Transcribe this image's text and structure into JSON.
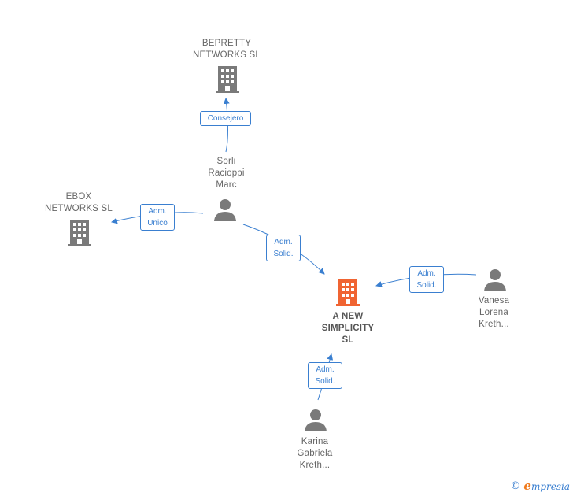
{
  "colors": {
    "edge": "#3a7fd0",
    "company": "#7a7a7a",
    "company_main": "#f06432",
    "person": "#7a7a7a"
  },
  "companies": {
    "bepretty": {
      "lines": [
        "BEPRETTY",
        "NETWORKS  SL"
      ],
      "icon": "building-icon"
    },
    "ebox": {
      "lines": [
        "EBOX",
        "NETWORKS SL"
      ],
      "icon": "building-icon"
    },
    "main": {
      "lines": [
        "A NEW",
        "SIMPLICITY",
        "SL"
      ],
      "icon": "building-icon"
    }
  },
  "persons": {
    "sorli": {
      "lines": [
        "Sorli",
        "Racioppi",
        "Marc"
      ],
      "icon": "person-icon"
    },
    "vanesa": {
      "lines": [
        "Vanesa",
        "Lorena",
        "Kreth..."
      ],
      "icon": "person-icon"
    },
    "karina": {
      "lines": [
        "Karina",
        "Gabriela",
        "Kreth..."
      ],
      "icon": "person-icon"
    }
  },
  "edges": {
    "consejero": {
      "lines": [
        "Consejero"
      ]
    },
    "adm_unico": {
      "lines": [
        "Adm.",
        "Unico"
      ]
    },
    "adm_solid_sorli": {
      "lines": [
        "Adm.",
        "Solid."
      ]
    },
    "adm_solid_vanesa": {
      "lines": [
        "Adm.",
        "Solid."
      ]
    },
    "adm_solid_karina": {
      "lines": [
        "Adm.",
        "Solid."
      ]
    }
  },
  "footer": {
    "copyright": "©",
    "brand_initial": "e",
    "brand_rest": "mpresia"
  }
}
